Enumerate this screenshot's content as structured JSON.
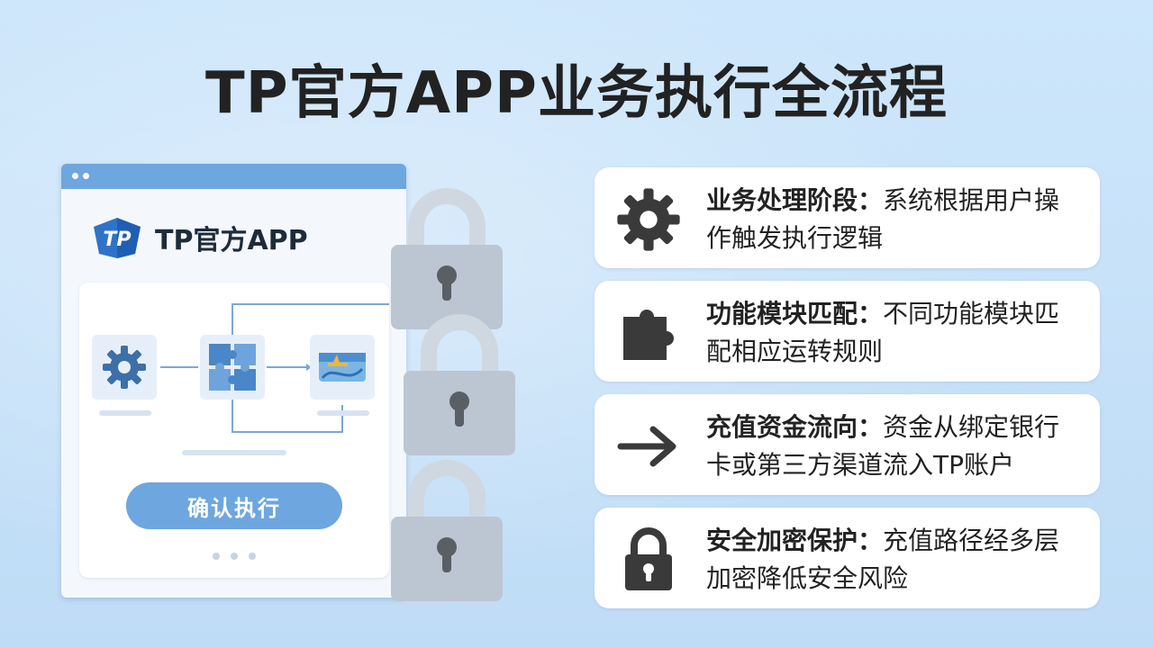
{
  "title": "TP官方APP业务执行全流程",
  "app": {
    "name": "TP官方APP",
    "logo_text": "TP",
    "confirm_label": "确认执行"
  },
  "cards": [
    {
      "icon": "gear-icon",
      "heading": "业务处理阶段：",
      "body": "系统根据用户操作触发执行逻辑"
    },
    {
      "icon": "puzzle-icon",
      "heading": "功能模块匹配：",
      "body": "不同功能模块匹配相应运转规则"
    },
    {
      "icon": "arrow-right-icon",
      "heading": "充值资金流向：",
      "body": "资金从绑定银行卡或第三方渠道流入TP账户"
    },
    {
      "icon": "lock-icon",
      "heading": "安全加密保护：",
      "body": "充值路径经多层加密降低安全风险"
    }
  ],
  "colors": {
    "background": "#c6e2fa",
    "accent": "#6ea6df",
    "icon_dark": "#3a3a3a",
    "lock_grey": "#bcc6d2"
  }
}
